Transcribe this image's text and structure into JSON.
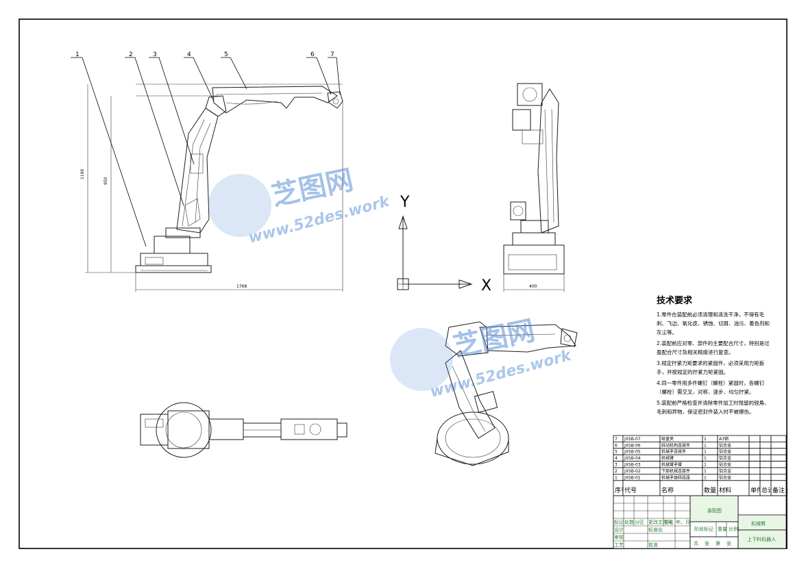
{
  "balloons": [
    "1",
    "2",
    "3",
    "4",
    "5",
    "6",
    "7"
  ],
  "dimensions": {
    "overall_height": "1190",
    "inner_height": "950",
    "overall_width": "1768",
    "side_width": "400"
  },
  "axes": {
    "y_label": "Y",
    "x_label": "X"
  },
  "watermark": {
    "chinese": "芝图网",
    "url": "www.52des.work"
  },
  "tech_requirements": {
    "title": "技术要求",
    "items": [
      "1.零件在装配前必须清理和清洗干净，不得有毛刺、飞边、氧化皮、锈蚀、切屑、油污、着色剂和灰尘等。",
      "2.装配前应对零、部件的主要配合尺寸，特别是过盈配合尺寸及相关精度进行复查。",
      "3.规定拧紧力矩要求的紧固件，必须采用力矩扳手，并按规定的拧紧力矩紧固。",
      "4.同一零件用多件螺钉（螺栓）紧固时，各螺钉（螺栓）需交叉、对称、逐步、均匀拧紧。",
      "5.装配前严格检查并清除零件加工时残留的锐角、毛刺和异物，保证密封件装入时不被擦伤。"
    ]
  },
  "bom": {
    "headers": [
      "序号",
      "代号",
      "名称",
      "数量",
      "材料",
      "单件 重量",
      "总计 重量",
      "备注"
    ],
    "rows": [
      {
        "no": "7",
        "code": "JXSB-07",
        "name": "吸盘夹",
        "qty": "1",
        "material": "A3钢"
      },
      {
        "no": "6",
        "code": "JXSB-06",
        "name": "转动机构连接件",
        "qty": "1",
        "material": "铝合金"
      },
      {
        "no": "5",
        "code": "JXSB-05",
        "name": "机械手连接件",
        "qty": "1",
        "material": "铝合金"
      },
      {
        "no": "4",
        "code": "JXSB-04",
        "name": "机械臂",
        "qty": "1",
        "material": "铝合金"
      },
      {
        "no": "3",
        "code": "JXSB-03",
        "name": "机械臂手臂",
        "qty": "1",
        "material": "铝合金"
      },
      {
        "no": "2",
        "code": "JXSB-02",
        "name": "下部机械连接件",
        "qty": "1",
        "material": "铝合金"
      },
      {
        "no": "1",
        "code": "JXSB-01",
        "name": "机械手旋转底座",
        "qty": "1",
        "material": "铝合金"
      }
    ]
  },
  "title_block": {
    "drawing_name": "装配图",
    "product": "机械臂",
    "title": "上下料机器人",
    "scale_label": "比例",
    "sheet_labels": [
      "共",
      "张",
      "第",
      "张"
    ],
    "stage_label": "阶段标记",
    "weight_label": "重量",
    "sign_labels": [
      "标记",
      "处数",
      "分区",
      "更改文件号",
      "签名",
      "年、月、日"
    ],
    "role_labels": [
      "设计",
      "审核",
      "工艺",
      "批准"
    ],
    "std_label": "标准化"
  },
  "colors": {
    "line": "#1a1a1a",
    "table_green": "#2e7d32",
    "watermark": "#5b8fd6"
  }
}
